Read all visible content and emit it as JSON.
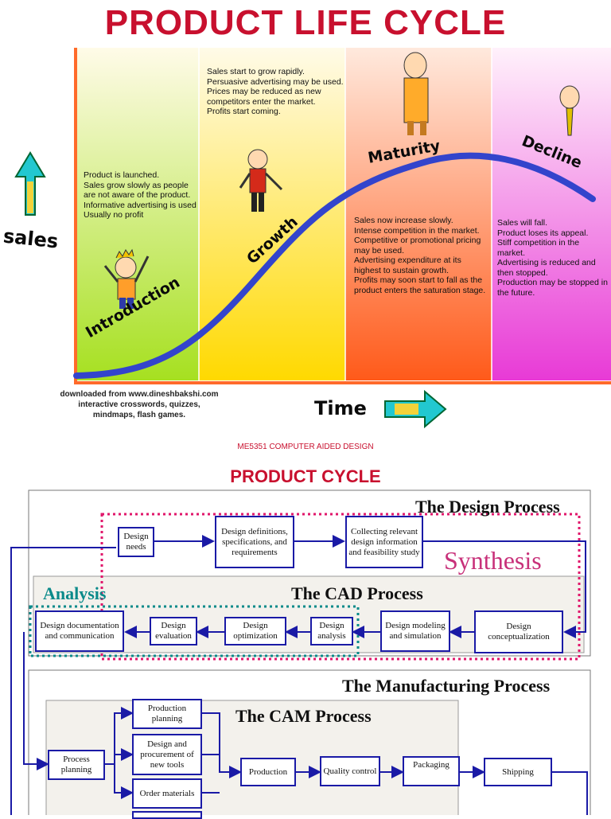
{
  "top": {
    "title": "PRODUCT LIFE CYCLE",
    "axis_y": "sales",
    "axis_x": "Time",
    "stages": [
      {
        "label": "Introduction",
        "lines": [
          "Product is launched.",
          "Sales grow slowly as people",
          "are not aware of the product.",
          "Informative advertising is used",
          "Usually no profit"
        ]
      },
      {
        "label": "Growth",
        "lines": [
          "Sales start to grow rapidly.",
          "Persuasive advertising may be used.",
          "Prices may be reduced as new",
          "competitors enter the market.",
          "Profits start coming."
        ]
      },
      {
        "label": "Maturity",
        "lines": [
          "Sales now increase slowly.",
          "Intense competition in the market.",
          "Competitive or promotional pricing",
          "may be used.",
          "Advertising expenditure at its",
          "highest to sustain growth.",
          "Profits may soon start to fall as the",
          "product enters the saturation stage."
        ]
      },
      {
        "label": "Decline",
        "lines": [
          "Sales will fall.",
          "Product loses its appeal.",
          "Stiff competition in the",
          "market.",
          "Advertising is reduced and",
          "then stopped.",
          "Production may be stopped in",
          "the future."
        ]
      }
    ],
    "credit_lines": [
      "downloaded from www.dineshbakshi.com",
      "interactive crosswords, quizzes,",
      "mindmaps, flash games."
    ],
    "colors": {
      "intro": "#b8e830",
      "growth": "#ffe24a",
      "maturity": "#ff6a2a",
      "decline": "#ee44dd",
      "curve": "#3344cc",
      "title": "#c8102e"
    }
  },
  "course_code": "ME5351 COMPUTER AIDED DESIGN",
  "section_title": "PRODUCT CYCLE",
  "design": {
    "panel_title": "The Design Process",
    "synthesis": "Synthesis",
    "analysis": "Analysis",
    "cad_title": "The CAD Process",
    "boxes": {
      "needs": "Design needs",
      "definitions": "Design definitions, specifications, and requirements",
      "collecting": "Collecting relevant design information and feasibility study",
      "documentation": "Design documentation and communication",
      "evaluation": "Design evaluation",
      "optimization": "Design optimization",
      "analysis_box": "Design analysis",
      "modeling": "Design modeling and simulation",
      "conceptualization": "Design conceptualization"
    }
  },
  "manufacturing": {
    "panel_title": "The Manufacturing Process",
    "cam_title": "The CAM Process",
    "boxes": {
      "process_planning": "Process planning",
      "production_planning": "Production planning",
      "tools": "Design and procurement of new tools",
      "order": "Order materials",
      "production": "Production",
      "quality": "Quality control",
      "packaging": "Packaging",
      "shipping": "Shipping"
    }
  }
}
